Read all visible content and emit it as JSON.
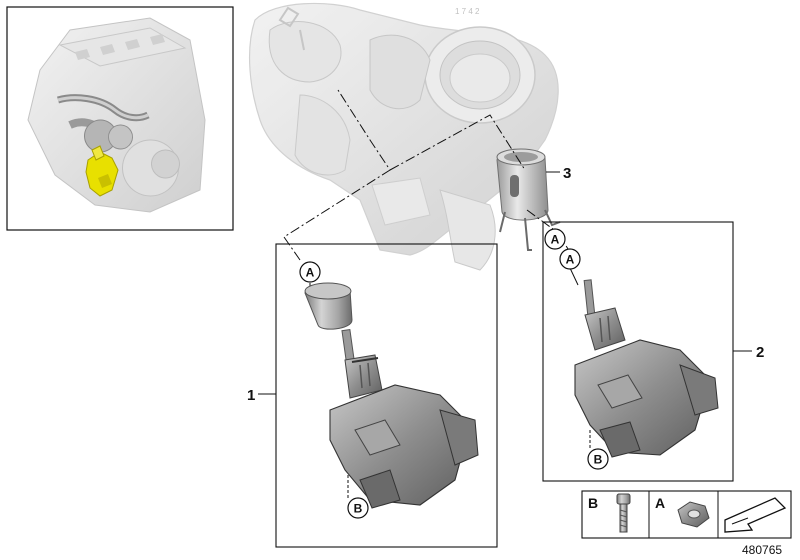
{
  "callouts": {
    "part1": "1",
    "part2": "2",
    "part3": "3"
  },
  "markers": {
    "a": "A",
    "b": "B"
  },
  "legend": {
    "b_label": "B",
    "a_label": "A"
  },
  "image_id": "480765",
  "colors": {
    "highlight": "#e8e000",
    "line": "#111111",
    "ghost_gray": "#d9d9d9",
    "part_gray": "#9a9a9a"
  }
}
